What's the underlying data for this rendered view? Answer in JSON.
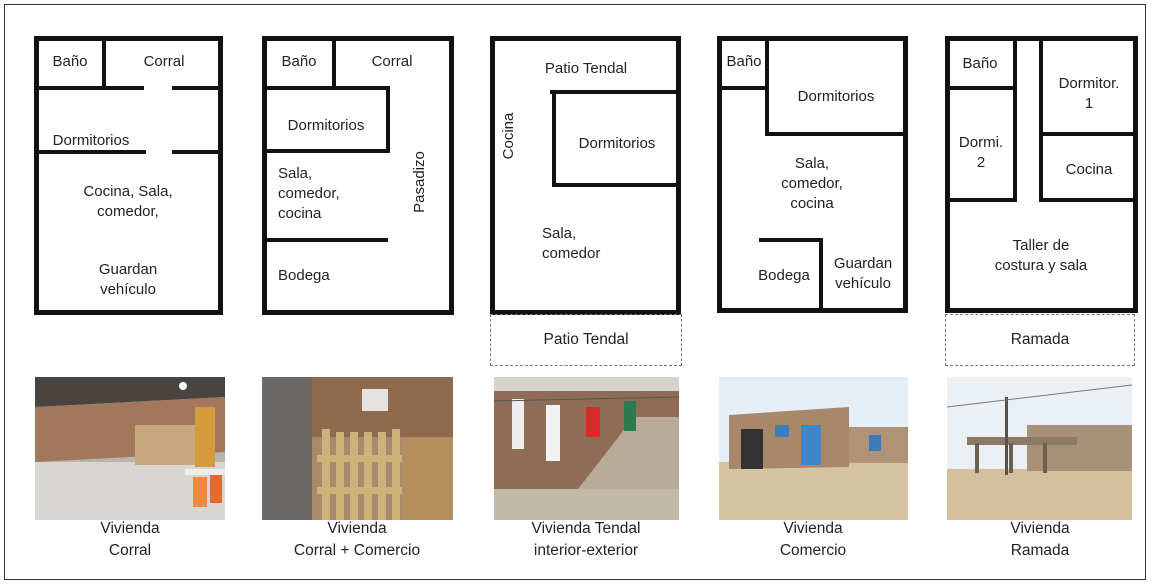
{
  "plans": [
    {
      "rooms": {
        "bano": "Baño",
        "corral": "Corral",
        "dormitorios": "Dormitorios",
        "cocina_sala": "Cocina, Sala,\ncomedor,",
        "guardan": "Guardan\nvehículo"
      }
    },
    {
      "rooms": {
        "bano": "Baño",
        "corral": "Corral",
        "dormitorios": "Dormitorios",
        "sala": "Sala,\ncomedor,\ncocina",
        "pasadizo": "Pasadizo",
        "bodega": "Bodega"
      }
    },
    {
      "rooms": {
        "patio_top": "Patio Tendal",
        "cocina": "Cocina",
        "dormitorios": "Dormitorios",
        "sala": "Sala,\ncomedor"
      },
      "exterior": "Patio Tendal"
    },
    {
      "rooms": {
        "bano": "Baño",
        "dormitorios": "Dormitorios",
        "sala": "Sala,\ncomedor,\ncocina",
        "bodega": "Bodega",
        "guardan": "Guardan\nvehículo"
      }
    },
    {
      "rooms": {
        "bano": "Baño",
        "dormitor1": "Dormitor.\n1",
        "dormi2": "Dormi.\n2",
        "cocina": "Cocina",
        "taller": "Taller de\ncostura y sala"
      },
      "exterior": "Ramada"
    }
  ],
  "captions": [
    "Vivienda\nCorral",
    "Vivienda\nCorral + Comercio",
    "Vivienda Tendal\ninterior-exterior",
    "Vivienda\nComercio",
    "Vivienda\nRamada"
  ],
  "colors": {
    "wall": "#111111",
    "frame": "#333333",
    "dashed": "#777777"
  }
}
